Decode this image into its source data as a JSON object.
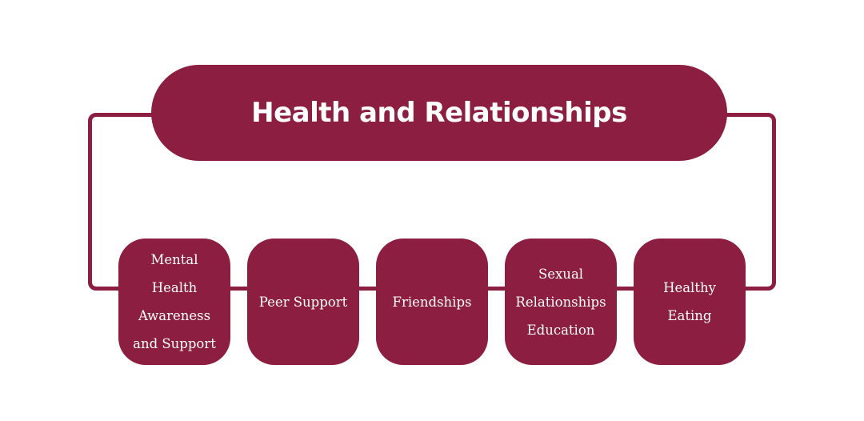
{
  "diagram": {
    "title": "Health and Relationships",
    "accent_color": "#8b1e41",
    "topics": [
      {
        "label": "Mental Health Awareness and Support"
      },
      {
        "label": "Peer Support"
      },
      {
        "label": "Friendships"
      },
      {
        "label": "Sexual Relationships Education"
      },
      {
        "label": "Healthy Eating"
      }
    ]
  }
}
